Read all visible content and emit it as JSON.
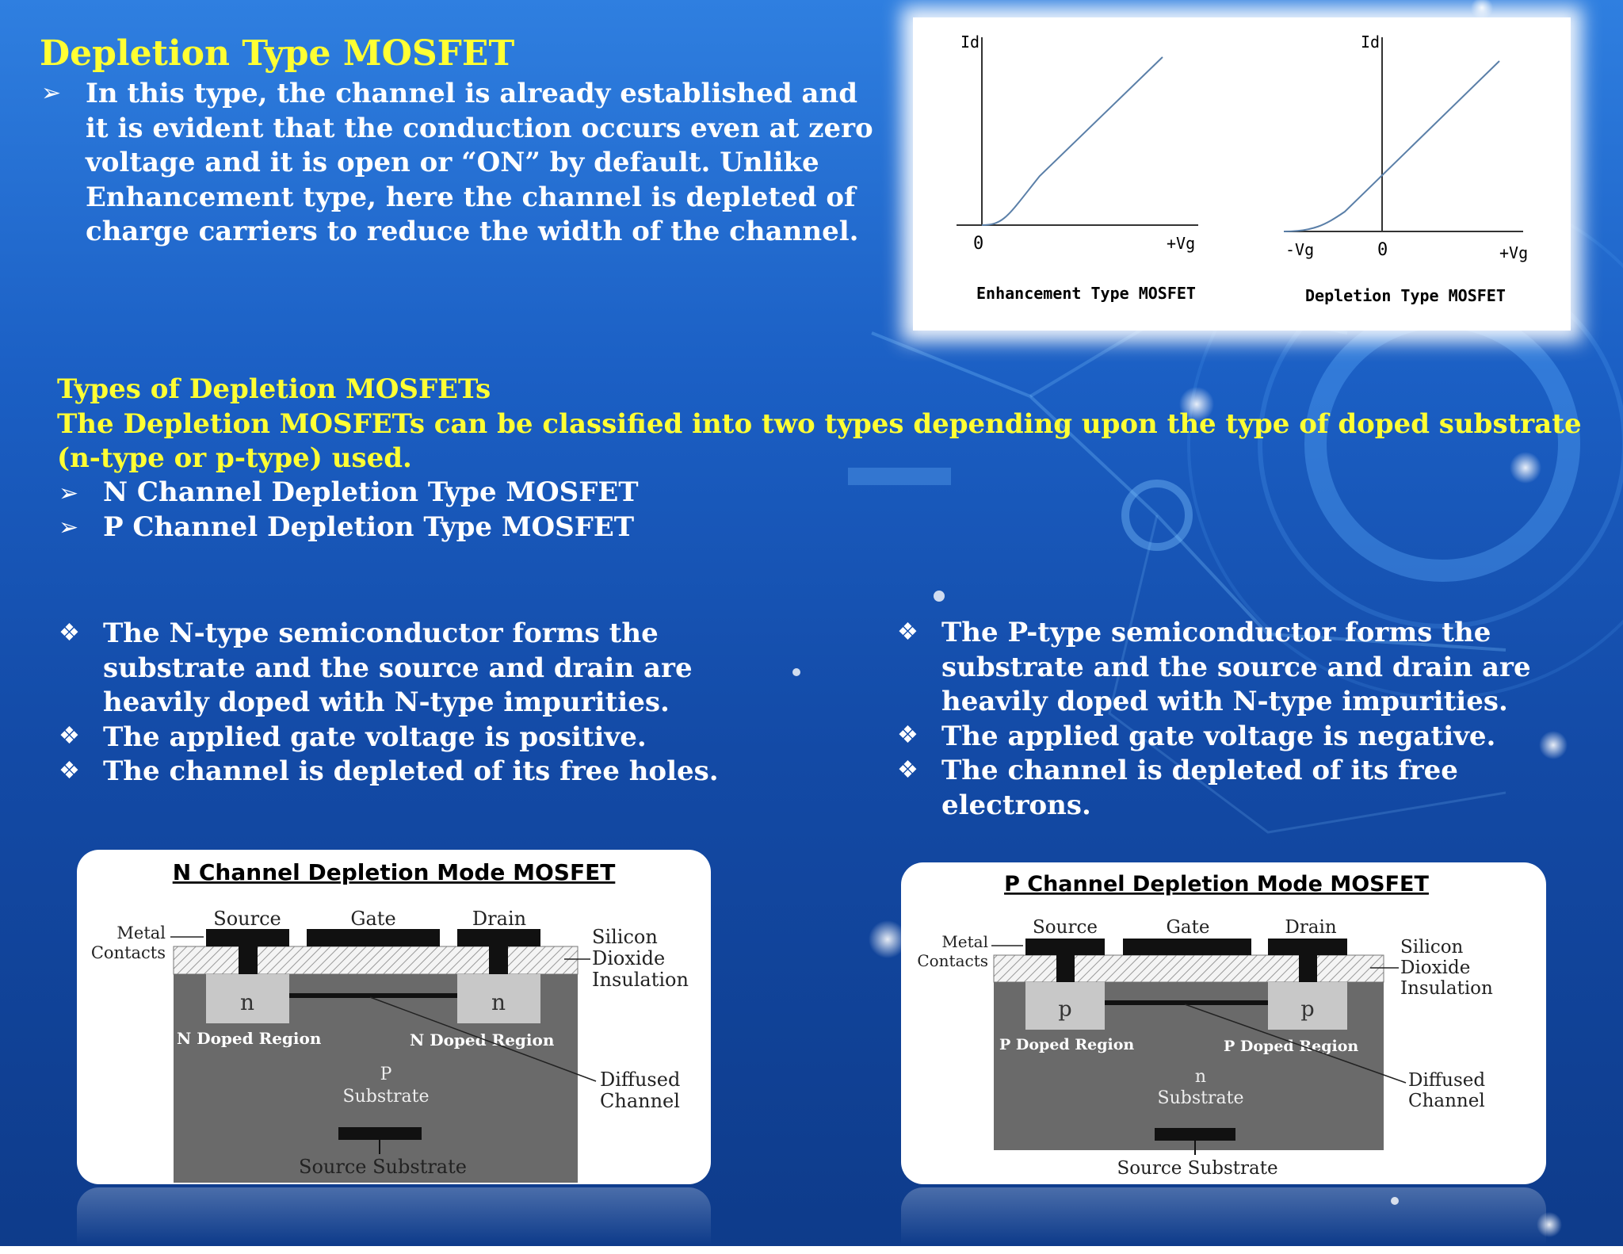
{
  "title": "Depletion Type MOSFET",
  "intro_lines": [
    "In this type, the channel is already established and",
    "it is evident that the conduction occurs even at zero",
    "voltage and it is open or “ON” by default. Unlike",
    "Enhancement type, here the channel is depleted of",
    "charge carriers to reduce the width of the channel."
  ],
  "types_heading": "Types of Depletion MOSFETs",
  "types_desc_lines": [
    "The Depletion MOSFETs can be classified into two types depending upon the type of doped substrate",
    "(n-type or p-type) used."
  ],
  "types_list": [
    "N Channel Depletion Type MOSFET",
    "P Channel Depletion Type MOSFET"
  ],
  "n_points": [
    [
      "The N-type semiconductor forms the",
      "substrate and the source and drain are",
      "heavily doped with N-type impurities."
    ],
    [
      "The applied gate voltage is positive."
    ],
    [
      "The channel is depleted of its free holes."
    ]
  ],
  "p_points": [
    [
      "The P-type semiconductor forms the",
      "substrate and the source and drain are",
      "heavily doped with N-type impurities."
    ],
    [
      "The applied gate voltage is negative."
    ],
    [
      "The channel is depleted of its free",
      "electrons."
    ]
  ],
  "graphs": {
    "left": {
      "y_label": "Id",
      "origin": "0",
      "x_label": "+Vg",
      "caption": "Enhancement Type MOSFET"
    },
    "right": {
      "y_label": "Id",
      "neg_label": "-Vg",
      "origin": "0",
      "x_label": "+Vg",
      "caption": "Depletion Type MOSFET"
    }
  },
  "n_diagram": {
    "title": "N Channel Depletion Mode MOSFET",
    "source": "Source",
    "gate": "Gate",
    "drain": "Drain",
    "metal_contacts": [
      "Metal",
      "Contacts"
    ],
    "sio2": [
      "Silicon",
      "Dioxide",
      "Insulation"
    ],
    "region_letter": "n",
    "doped_left": "N Doped Region",
    "doped_right": "N Doped Region",
    "substrate": [
      "P",
      "Substrate"
    ],
    "diffused": [
      "Diffused",
      "Channel"
    ],
    "bottom": "Source Substrate"
  },
  "p_diagram": {
    "title": "P Channel Depletion Mode MOSFET",
    "source": "Source",
    "gate": "Gate",
    "drain": "Drain",
    "metal_contacts": [
      "Metal",
      "Contacts"
    ],
    "sio2": [
      "Silicon",
      "Dioxide",
      "Insulation"
    ],
    "region_letter": "p",
    "doped_left": "P Doped Region",
    "doped_right": "P Doped Region",
    "substrate": [
      "n",
      "Substrate"
    ],
    "diffused": [
      "Diffused",
      "Channel"
    ],
    "bottom": "Source Substrate"
  },
  "colors": {
    "yellow": "#ffff33",
    "background": "#1b5fc4"
  }
}
